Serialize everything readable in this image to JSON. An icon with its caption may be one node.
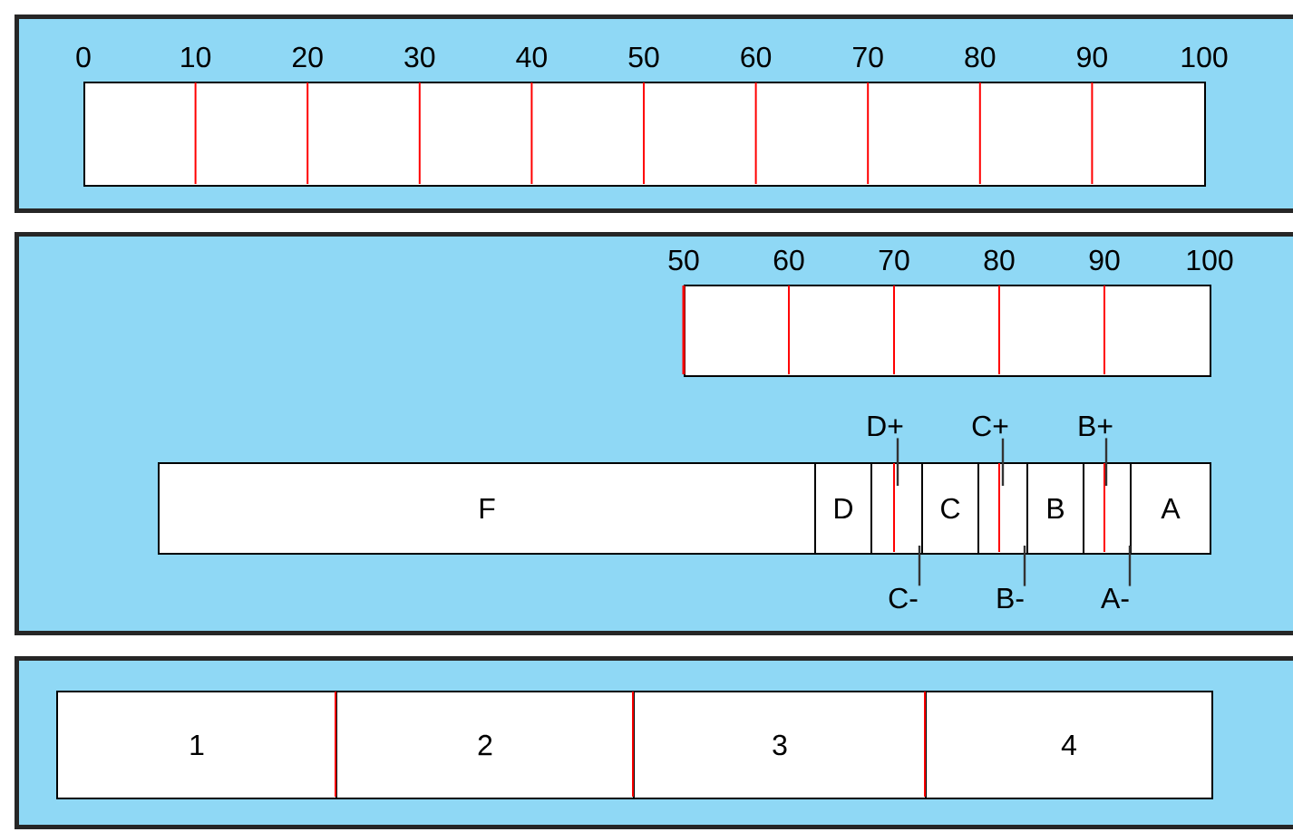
{
  "diagram": {
    "nodes": [
      {
        "text": [],
        "shape": "box"
      },
      {
        "text": [],
        "shape": "bar",
        "in": 0
      },
      {
        "text": [],
        "shape": "box"
      },
      {
        "text": [],
        "shape": "bar",
        "in": 2
      },
      {
        "text": [
          "D+"
        ],
        "in": 2
      },
      {
        "text": [
          "C+"
        ],
        "in": 2
      },
      {
        "text": [
          "B+"
        ],
        "in": 2
      },
      {
        "text": [
          "F"
        ],
        "in": 2
      },
      {
        "text": [
          "D"
        ],
        "in": 2
      },
      {
        "text": [],
        "shape": "box",
        "in": 2
      },
      {
        "text": [
          "C"
        ],
        "in": 2
      },
      {
        "text": [],
        "shape": "box",
        "in": 2
      },
      {
        "text": [
          "B"
        ],
        "in": 2
      },
      {
        "text": [],
        "shape": "box",
        "in": 2
      },
      {
        "text": [
          "A"
        ],
        "in": 2
      },
      {
        "text": [
          "C-"
        ],
        "in": 2
      },
      {
        "text": [
          "B-"
        ],
        "in": 2
      },
      {
        "text": [
          "A-"
        ],
        "in": 2
      },
      {
        "text": [],
        "shape": "box"
      },
      {
        "text": [
          "1"
        ],
        "in": 18
      },
      {
        "text": [
          "2"
        ],
        "in": 18
      },
      {
        "text": [
          "3"
        ],
        "in": 18
      },
      {
        "text": [
          "4"
        ],
        "in": 18
      }
    ],
    "edges": [
      {
        "from": 4,
        "to": 9,
        "arrow": "none"
      },
      {
        "from": 5,
        "to": 11,
        "arrow": "none"
      },
      {
        "from": 6,
        "to": 13,
        "arrow": "none"
      },
      {
        "from": 15,
        "to": 9,
        "arrow": "none"
      },
      {
        "from": 16,
        "to": 11,
        "arrow": "none"
      },
      {
        "from": 17,
        "to": 13,
        "arrow": "none"
      }
    ],
    "labels": [
      "0",
      "10",
      "20",
      "30",
      "40",
      "50",
      "60",
      "70",
      "80",
      "90",
      "100",
      "50",
      "60",
      "70",
      "80",
      "90",
      "100"
    ]
  }
}
